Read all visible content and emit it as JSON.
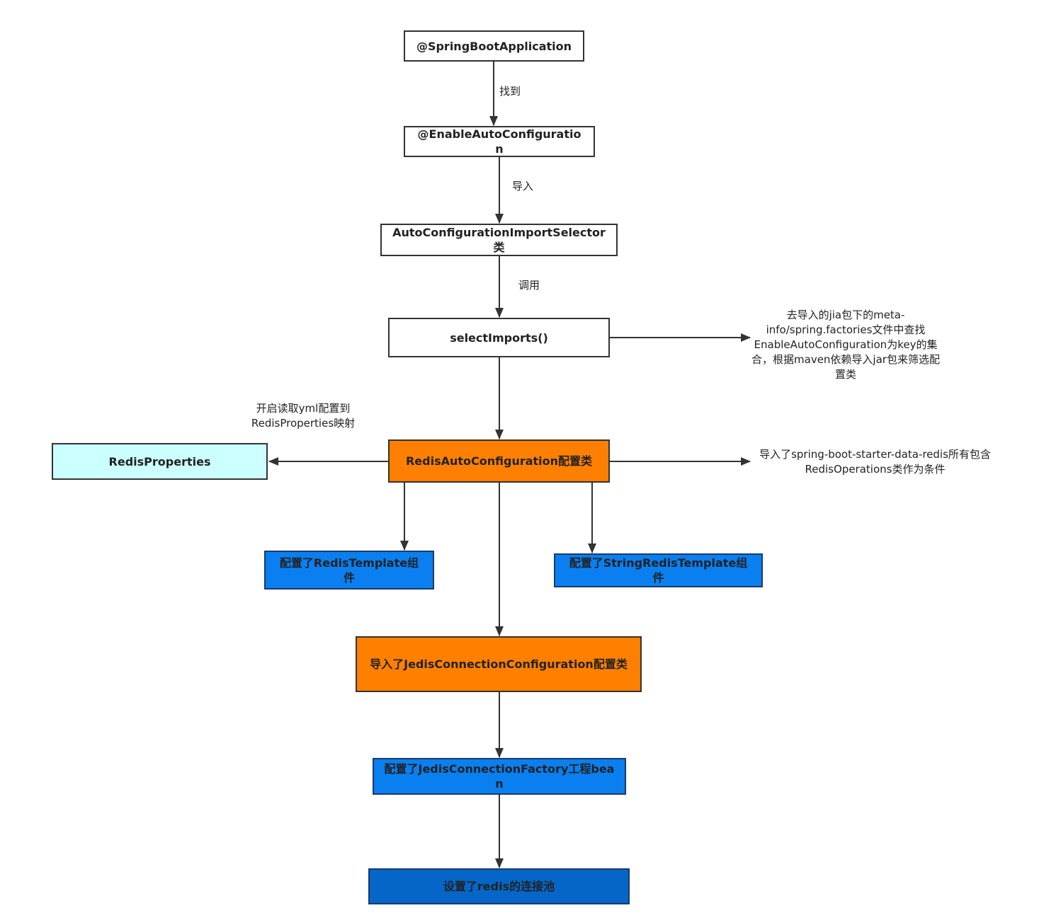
{
  "nodes": {
    "spring_boot_app": "@SpringBootApplication",
    "enable_auto_config": "@EnableAutoConfiguration",
    "import_selector": "AutoConfigurationImportSelector类",
    "select_imports": "selectImports()",
    "redis_properties": "RedisProperties",
    "redis_auto_config": "RedisAutoConfiguration配置类",
    "redis_template": "配置了RedisTemplate组件",
    "string_redis_template": "配置了StringRedisTemplate组件",
    "jedis_conn_config": "导入了JedisConnectionConfiguration配置类",
    "jedis_conn_factory": "配置了JedisConnectionFactory工程bean",
    "redis_pool": "设置了redis的连接池"
  },
  "edge_labels": {
    "find": "找到",
    "import": "导入",
    "call": "调用"
  },
  "notes": {
    "factories": "去导入的jia包下的meta-info/spring.factories文件中查找EnableAutoConfiguration为key的集合，根据maven依赖导入jar包来筛选配置类",
    "yml": "开启读取yml配置到RedisProperties映射",
    "starter": "导入了spring-boot-starter-data-redis所有包含RedisOperations类作为条件"
  },
  "colors": {
    "white": "#ffffff",
    "cyan": "#ccffff",
    "orange": "#ff8000",
    "blue": "#0a7ff0",
    "dark_blue": "#0566c7",
    "line": "#333333"
  }
}
